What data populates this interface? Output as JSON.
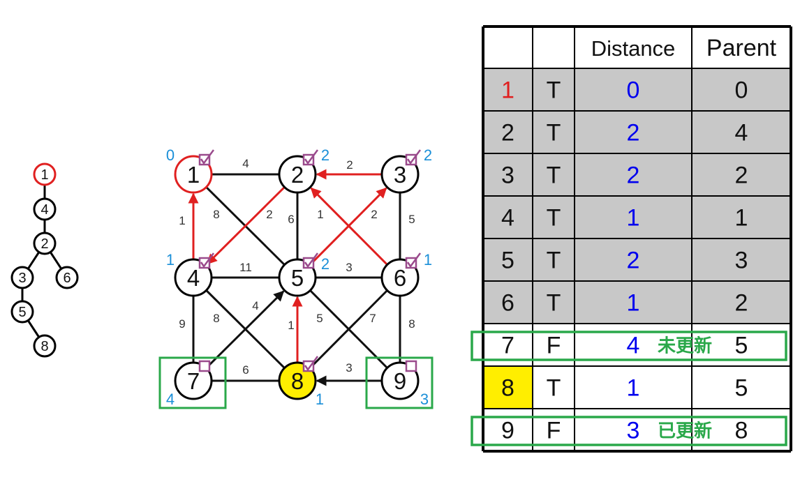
{
  "colors": {
    "tree_edge": "#000000",
    "node_stroke": "#000000",
    "root_stroke": "#e02020",
    "red_edge": "#e02020",
    "black_edge": "#111111",
    "edge_weight": "#333333",
    "dist_blue": "#1a8fd8",
    "checkbox": "#9a4a8c",
    "yellow": "#ffee00",
    "green": "#2aa84a",
    "table_gray": "#c8c8c8",
    "table_blue": "#0000ee",
    "table_red": "#e02020"
  },
  "tree": {
    "nodes": [
      {
        "id": "1",
        "root": true
      },
      {
        "id": "4"
      },
      {
        "id": "2"
      },
      {
        "id": "3"
      },
      {
        "id": "6"
      },
      {
        "id": "5"
      },
      {
        "id": "8"
      }
    ],
    "edges": [
      [
        "1",
        "4"
      ],
      [
        "4",
        "2"
      ],
      [
        "2",
        "3"
      ],
      [
        "2",
        "6"
      ],
      [
        "3",
        "5"
      ],
      [
        "5",
        "8"
      ]
    ]
  },
  "graph": {
    "nodes": [
      {
        "id": "1",
        "dist": "0",
        "checked": true,
        "root": true
      },
      {
        "id": "2",
        "dist": "2",
        "checked": true
      },
      {
        "id": "3",
        "dist": "2",
        "checked": true
      },
      {
        "id": "4",
        "dist": "1",
        "checked": true
      },
      {
        "id": "5",
        "dist": "2",
        "checked": true
      },
      {
        "id": "6",
        "dist": "1",
        "checked": true
      },
      {
        "id": "7",
        "dist": "4",
        "checked": false,
        "boxed": true
      },
      {
        "id": "8",
        "dist": "1",
        "checked": true,
        "current": true
      },
      {
        "id": "9",
        "dist": "3",
        "checked": false,
        "boxed": true
      }
    ],
    "edges": [
      {
        "from": "1",
        "to": "2",
        "w": "4",
        "kind": "plain"
      },
      {
        "from": "3",
        "to": "2",
        "w": "2",
        "kind": "red"
      },
      {
        "from": "4",
        "to": "1",
        "w": "1",
        "kind": "red"
      },
      {
        "from": "1",
        "to": "5",
        "w": "8",
        "kind": "plain"
      },
      {
        "from": "2",
        "to": "4",
        "w": "2",
        "kind": "red"
      },
      {
        "from": "2",
        "to": "5",
        "w": "6",
        "kind": "plain"
      },
      {
        "from": "6",
        "to": "2",
        "w": "1",
        "kind": "red"
      },
      {
        "from": "5",
        "to": "3",
        "w": "2",
        "kind": "red"
      },
      {
        "from": "3",
        "to": "6",
        "w": "5",
        "kind": "plain"
      },
      {
        "from": "4",
        "to": "5",
        "w": "11",
        "kind": "plain"
      },
      {
        "from": "5",
        "to": "6",
        "w": "3",
        "kind": "plain"
      },
      {
        "from": "4",
        "to": "7",
        "w": "9",
        "kind": "plain"
      },
      {
        "from": "4",
        "to": "8",
        "w": "8",
        "kind": "plain"
      },
      {
        "from": "7",
        "to": "5",
        "w": "4",
        "kind": "black"
      },
      {
        "from": "8",
        "to": "5",
        "w": "1",
        "kind": "red"
      },
      {
        "from": "5",
        "to": "9",
        "w": "5",
        "kind": "plain"
      },
      {
        "from": "6",
        "to": "8",
        "w": "7",
        "kind": "plain"
      },
      {
        "from": "6",
        "to": "9",
        "w": "8",
        "kind": "plain"
      },
      {
        "from": "7",
        "to": "8",
        "w": "6",
        "kind": "plain"
      },
      {
        "from": "9",
        "to": "8",
        "w": "3",
        "kind": "black"
      }
    ]
  },
  "table": {
    "headers": [
      "",
      "",
      "Distance",
      "Parent"
    ],
    "rows": [
      {
        "v": "1",
        "known": "T",
        "dist": "0",
        "parent": "0",
        "gray": true,
        "red_v": true
      },
      {
        "v": "2",
        "known": "T",
        "dist": "2",
        "parent": "4",
        "gray": true
      },
      {
        "v": "3",
        "known": "T",
        "dist": "2",
        "parent": "2",
        "gray": true
      },
      {
        "v": "4",
        "known": "T",
        "dist": "1",
        "parent": "1",
        "gray": true
      },
      {
        "v": "5",
        "known": "T",
        "dist": "2",
        "parent": "3",
        "gray": true
      },
      {
        "v": "6",
        "known": "T",
        "dist": "1",
        "parent": "2",
        "gray": true
      },
      {
        "v": "7",
        "known": "F",
        "dist": "4",
        "parent": "5",
        "note": "未更新",
        "green_box": true
      },
      {
        "v": "8",
        "known": "T",
        "dist": "1",
        "parent": "5",
        "yellow_v": true
      },
      {
        "v": "9",
        "known": "F",
        "dist": "3",
        "parent": "8",
        "note": "已更新",
        "green_box": true
      }
    ]
  }
}
